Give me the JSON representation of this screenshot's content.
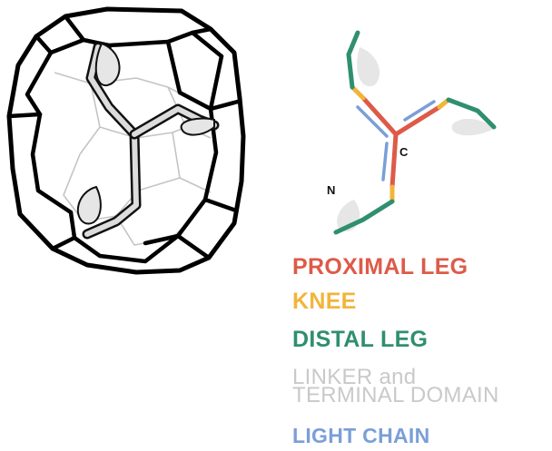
{
  "molecule": {
    "c_label": "C",
    "n_label": "N"
  },
  "legend": {
    "proximal_leg": "PROXIMAL LEG",
    "knee": "KNEE",
    "distal_leg": "DISTAL LEG",
    "linker_line1": "LINKER and",
    "linker_line2": "TERMINAL DOMAIN",
    "light_chain": "LIGHT CHAIN"
  },
  "colors": {
    "proximal_leg": "#de5a48",
    "knee": "#f2b53b",
    "distal_leg": "#2f8f6e",
    "linker_terminal": "#c9c9c9",
    "light_chain": "#7a9fd8",
    "cage_outline": "#000000",
    "cage_back": "#bdbdbd",
    "triskelion_fill": "#e6e6e6"
  }
}
